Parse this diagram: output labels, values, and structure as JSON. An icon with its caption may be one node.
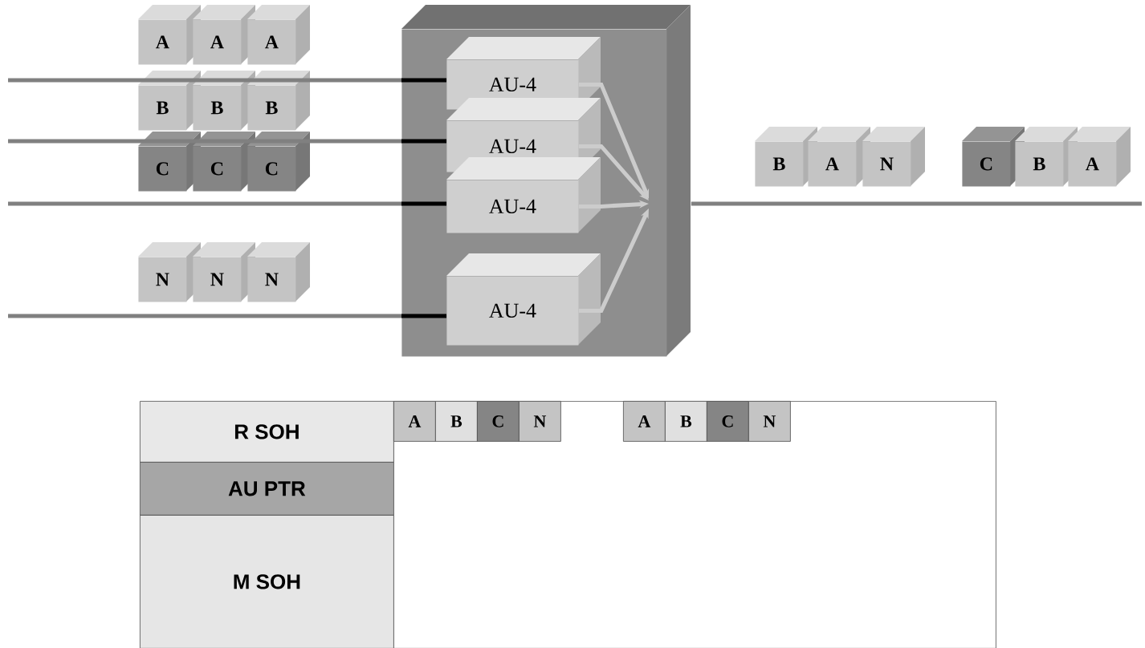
{
  "diagram": {
    "nodes": [
      {
        "text": [],
        "shape": "box"
      },
      {
        "text": [
          "AU-4"
        ],
        "in": 0
      },
      {
        "text": [
          "AU-4"
        ],
        "in": 0
      },
      {
        "text": [
          "AU-4"
        ],
        "in": 0
      },
      {
        "text": [
          "AU-4"
        ],
        "in": 0
      },
      {
        "text": [
          "A"
        ]
      },
      {
        "text": [
          "A"
        ]
      },
      {
        "text": [
          "A"
        ]
      },
      {
        "text": [
          "B"
        ]
      },
      {
        "text": [
          "B"
        ]
      },
      {
        "text": [
          "B"
        ]
      },
      {
        "text": [
          "C"
        ]
      },
      {
        "text": [
          "C"
        ]
      },
      {
        "text": [
          "C"
        ]
      },
      {
        "text": [
          "N"
        ]
      },
      {
        "text": [
          "N"
        ]
      },
      {
        "text": [
          "N"
        ]
      },
      {
        "text": [
          "B"
        ]
      },
      {
        "text": [
          "A"
        ]
      },
      {
        "text": [
          "N"
        ]
      },
      {
        "text": [
          "C"
        ]
      },
      {
        "text": [
          "B"
        ]
      },
      {
        "text": [
          "A"
        ]
      },
      {
        "text": [
          "R SOH"
        ]
      },
      {
        "text": [
          "AU PTR"
        ]
      },
      {
        "text": [
          "M SOH"
        ]
      },
      {
        "text": [],
        "shape": "box"
      },
      {
        "text": [
          "A"
        ],
        "in": 26
      },
      {
        "text": [
          "B"
        ],
        "in": 26
      },
      {
        "text": [
          "C"
        ],
        "in": 26
      },
      {
        "text": [
          "N"
        ],
        "in": 26
      },
      {
        "text": [
          "A"
        ],
        "in": 26
      },
      {
        "text": [
          "B"
        ],
        "in": 26
      },
      {
        "text": [
          "C"
        ],
        "in": 26
      },
      {
        "text": [
          "N"
        ],
        "in": 26
      }
    ],
    "edges": [
      {
        "from": null,
        "to": 1,
        "arrow": "none"
      },
      {
        "from": null,
        "to": 2,
        "arrow": "none"
      },
      {
        "from": null,
        "to": 3,
        "arrow": "none"
      },
      {
        "from": null,
        "to": 4,
        "arrow": "none"
      },
      {
        "from": 1,
        "to": null,
        "arrow": "to",
        "color": "#cccccc"
      },
      {
        "from": 2,
        "to": null,
        "arrow": "to",
        "color": "#cccccc"
      },
      {
        "from": 3,
        "to": null,
        "arrow": "to",
        "color": "#cccccc"
      },
      {
        "from": 4,
        "to": null,
        "arrow": "to",
        "color": "#cccccc"
      },
      {
        "from": 0,
        "to": null,
        "arrow": "none"
      }
    ]
  }
}
